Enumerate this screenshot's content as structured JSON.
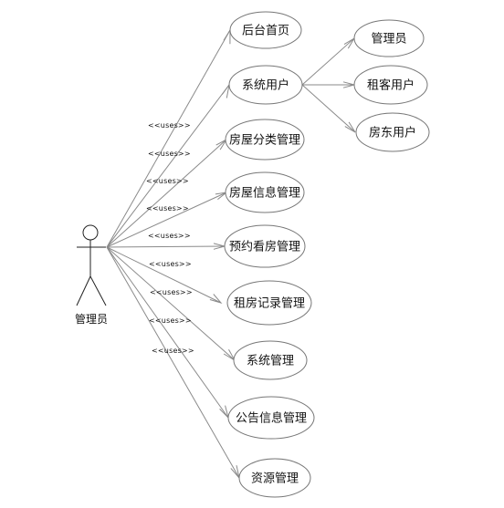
{
  "actor": {
    "name": "管理员"
  },
  "stereotype": "<<uses>>",
  "use_cases": [
    {
      "id": "uc1",
      "label": "后台首页"
    },
    {
      "id": "uc2",
      "label": "系统用户"
    },
    {
      "id": "uc3",
      "label": "房屋分类管理"
    },
    {
      "id": "uc4",
      "label": "房屋信息管理"
    },
    {
      "id": "uc5",
      "label": "预约看房管理"
    },
    {
      "id": "uc6",
      "label": "租房记录管理"
    },
    {
      "id": "uc7",
      "label": "系统管理"
    },
    {
      "id": "uc8",
      "label": "公告信息管理"
    },
    {
      "id": "uc9",
      "label": "资源管理"
    }
  ],
  "sub_use_cases": [
    {
      "id": "s1",
      "label": "管理员",
      "parent": "uc2"
    },
    {
      "id": "s2",
      "label": "租客用户",
      "parent": "uc2"
    },
    {
      "id": "s3",
      "label": "房东用户",
      "parent": "uc2"
    }
  ],
  "colors": {
    "line": "#8a8a8a",
    "text": "#111111",
    "background": "#ffffff"
  }
}
